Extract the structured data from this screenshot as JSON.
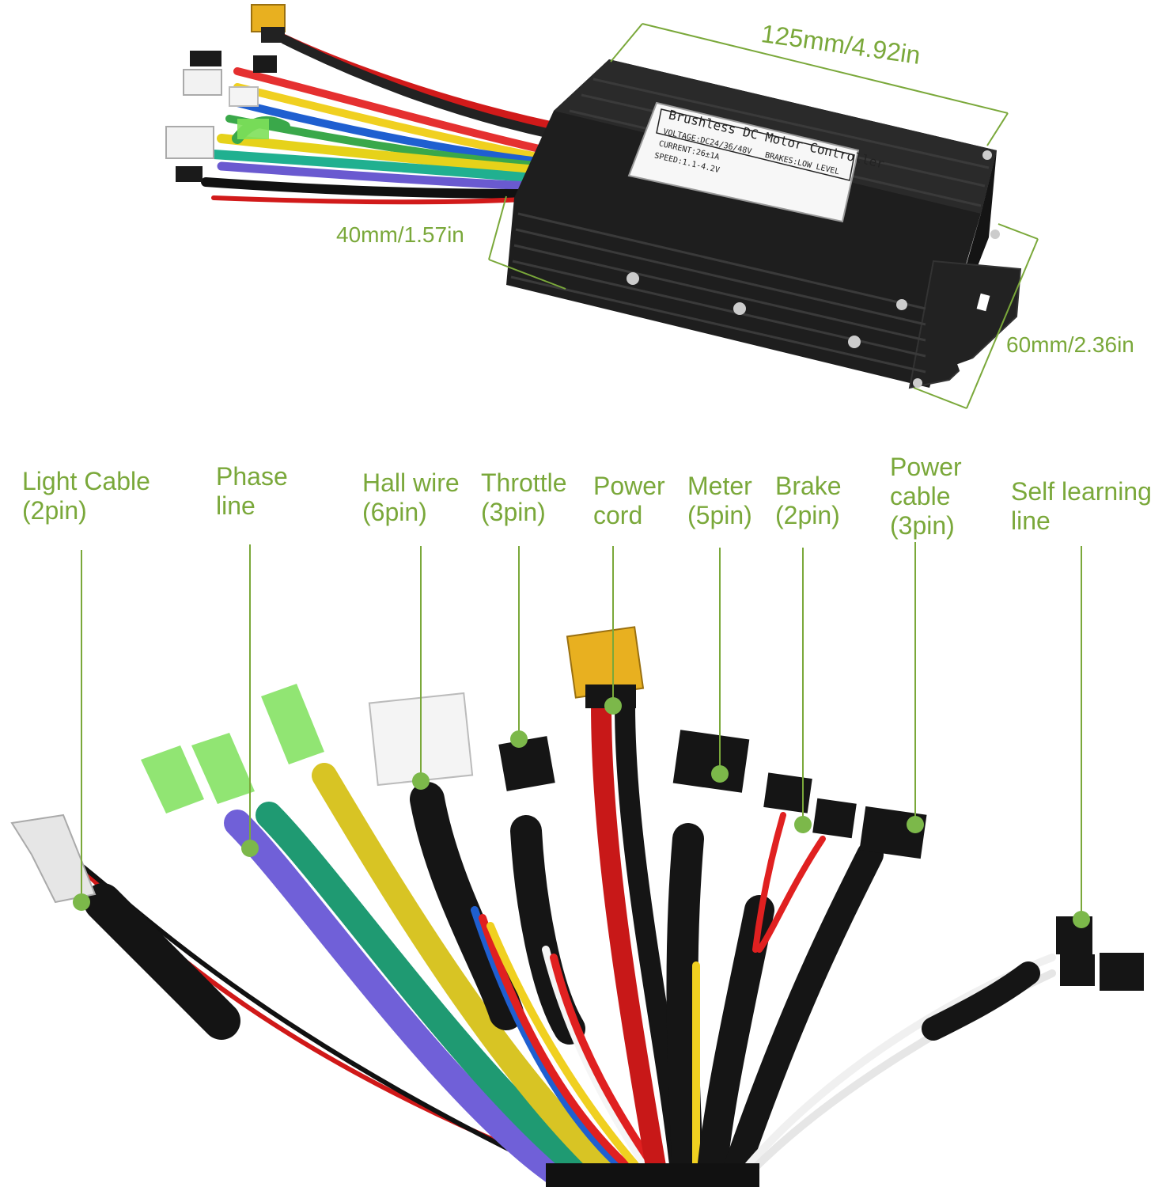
{
  "dimensions": {
    "length": "125mm/4.92in",
    "height": "40mm/1.57in",
    "width": "60mm/2.36in"
  },
  "controller_label": {
    "title": "Brushless DC Motor Controller",
    "voltage": "VOLTAGE:DC24/36/48V",
    "brakes": "BRAKES:LOW LEVEL",
    "current": "CURRENT:26±1A",
    "speed": "SPEED:1.1-4.2V"
  },
  "callouts": [
    {
      "line1": "Light Cable",
      "line2": "(2pin)"
    },
    {
      "line1": "Phase",
      "line2": "line"
    },
    {
      "line1": "Hall wire",
      "line2": "(6pin)"
    },
    {
      "line1": "Throttle",
      "line2": "(3pin)"
    },
    {
      "line1": "Power",
      "line2": "cord"
    },
    {
      "line1": "Meter",
      "line2": "(5pin)"
    },
    {
      "line1": "Brake",
      "line2": "(2pin)"
    },
    {
      "line1": "Power",
      "line2": "cable",
      "line3": "(3pin)"
    },
    {
      "line1": "Self learning",
      "line2": "line"
    }
  ],
  "colors": {
    "accent_green": "#7aa83a",
    "dot_green": "#7cb84a",
    "controller_body": "#1e1e1e"
  }
}
